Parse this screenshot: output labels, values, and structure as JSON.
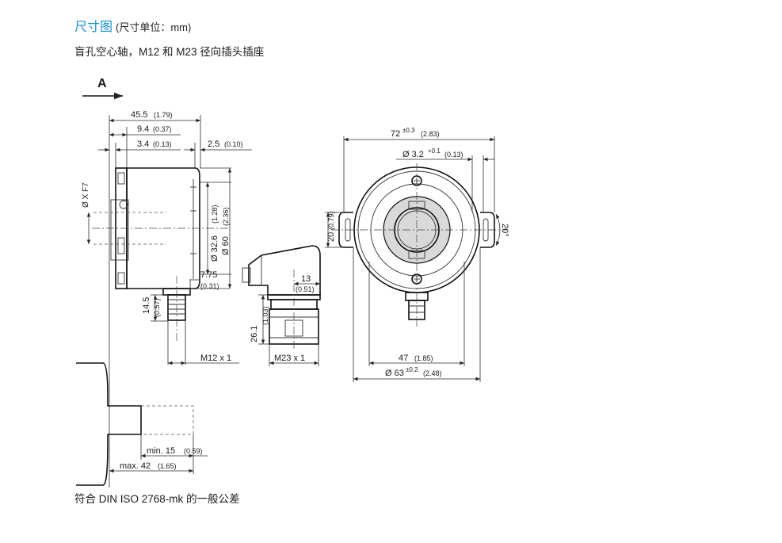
{
  "header": {
    "title": "尺寸图",
    "unit_note": "(尺寸单位：mm)",
    "subtitle": "盲孔空心轴，M12 和 M23 径向插头插座"
  },
  "footer": {
    "tolerance_note": "符合 DIN ISO 2768-mk 的一般公差"
  },
  "view_label": "A",
  "dimensions": {
    "d45_5": "45.5",
    "d45_5_in": "(1.79)",
    "d9_4": "9.4",
    "d9_4_in": "(0.37)",
    "d3_4": "3.4",
    "d3_4_in": "(0.13)",
    "d2_5": "2.5",
    "d2_5_in": "(0.10)",
    "shaft_bore": "Ø X F7",
    "d32_6": "Ø 32.6",
    "d32_6_in": "(1.28)",
    "d60": "Ø 60",
    "d60_in": "(2.36)",
    "d7_75": "7.75",
    "d7_75_in": "(0.31)",
    "d14_5": "14.5",
    "d14_5_in": "(0.57)",
    "m12": "M12 x 1",
    "d13": "13",
    "d13_in": "(0.51)",
    "d26_1": "26.1",
    "d26_1_in": "(1.03)",
    "m23": "M23 x 1",
    "d72": "72",
    "d72_tol": "±0.3",
    "d72_in": "(2.83)",
    "d3_2": "Ø 3.2",
    "d3_2_tol": "+0.1",
    "d3_2_in": "(0.13)",
    "d20": "20",
    "d20_in": "(0.79)",
    "angle20": "20°",
    "d47": "47",
    "d47_in": "(1.85)",
    "d63": "Ø 63",
    "d63_tol": "±0.2",
    "d63_in": "(2.48)",
    "min15": "min. 15",
    "min15_in": "(0.59)",
    "max42": "max. 42",
    "max42_in": "(1.65)"
  }
}
